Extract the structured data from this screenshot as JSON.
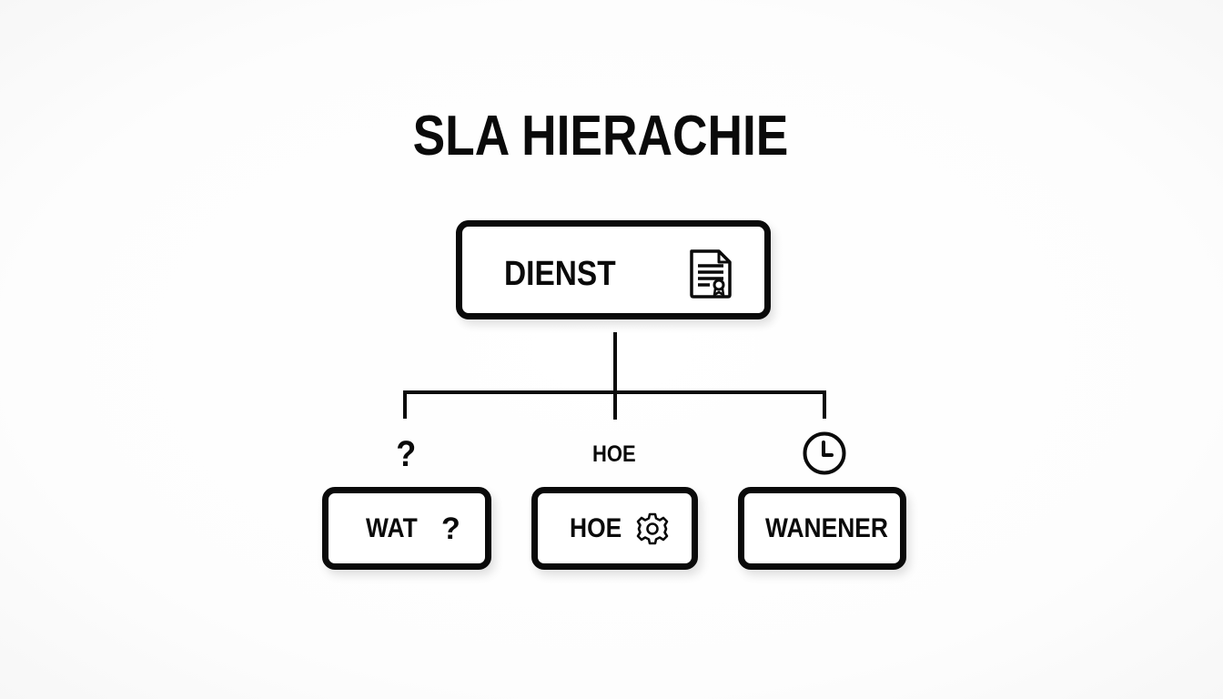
{
  "title": "SLA HIERACHIE",
  "root": {
    "label": "DIENST",
    "icon": "certificate-document-icon"
  },
  "connector_labels": {
    "left": "?",
    "center": "HOE",
    "right_icon": "clock-icon"
  },
  "children": [
    {
      "label": "WAT",
      "icon_text": "?",
      "icon": "question-mark-icon"
    },
    {
      "label": "HOE",
      "icon": "gear-icon"
    },
    {
      "label": "WANENER"
    }
  ],
  "colors": {
    "stroke": "#0a0a0a",
    "background": "#ffffff",
    "box_fill": "#ffffff"
  }
}
